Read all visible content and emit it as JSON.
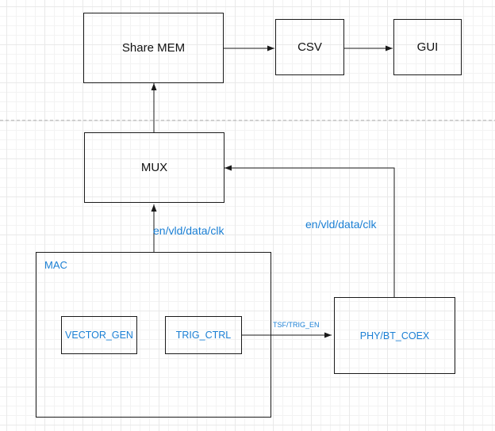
{
  "blocks": {
    "share_mem": "Share MEM",
    "csv": "CSV",
    "gui": "GUI",
    "mux": "MUX",
    "mac": "MAC",
    "vector_gen": "VECTOR_GEN",
    "trig_ctrl": "TRIG_CTRL",
    "phy": "PHY/BT_COEX"
  },
  "edges": {
    "mac_to_mux": "en/vld/data/clk",
    "phy_to_mux": "en/vld/data/clk",
    "trig_to_phy": "TSF/TRIG_EN"
  },
  "colors": {
    "line": "#1a1a1a",
    "accent_text": "#1a7fd4",
    "separator": "#bbbbbb"
  }
}
